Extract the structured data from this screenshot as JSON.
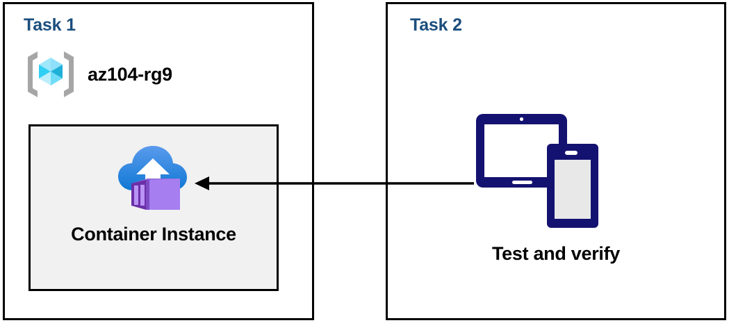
{
  "diagram": {
    "title": "Azure Container Instance task diagram",
    "background": "#ffffff",
    "border_color": "#000000"
  },
  "panels": [
    {
      "id": "task1",
      "title": "Task 1",
      "title_color": "#1b4e7e",
      "resource_group": {
        "icon": "resource-group-icon",
        "label": "az104-rg9",
        "icon_colors": {
          "bracket": "#a6a6a6",
          "cube_light": "#9fe7fb",
          "cube_mid": "#32cff5",
          "cube_dark": "#1fb0d8",
          "cube_pale": "#c9f1fd"
        }
      },
      "card": {
        "icon": "container-instance-icon",
        "label": "Container Instance",
        "background": "#f1f1f1",
        "border_color": "#000000",
        "icon_colors": {
          "cloud_top": "#5a9bed",
          "cloud_bottom": "#0f78d4",
          "arrow": "#ffffff",
          "box_front": "#a67ef0",
          "box_side": "#8f6ad6",
          "box_edge": "#6b2fa8",
          "box_slat": "#b993f5"
        }
      }
    },
    {
      "id": "task2",
      "title": "Task 2",
      "title_color": "#1b4e7e",
      "device": {
        "icon": "devices-test-icon",
        "label": "Test and verify",
        "icon_colors": {
          "device_navy": "#141270",
          "tablet_screen": "#ffffff",
          "phone_screen": "#e8e8e8"
        }
      }
    }
  ],
  "connector": {
    "name": "flow-arrow-task2-to-task1",
    "direction": "right-to-left",
    "color": "#000000",
    "from": "Test and verify",
    "to": "Container Instance"
  }
}
